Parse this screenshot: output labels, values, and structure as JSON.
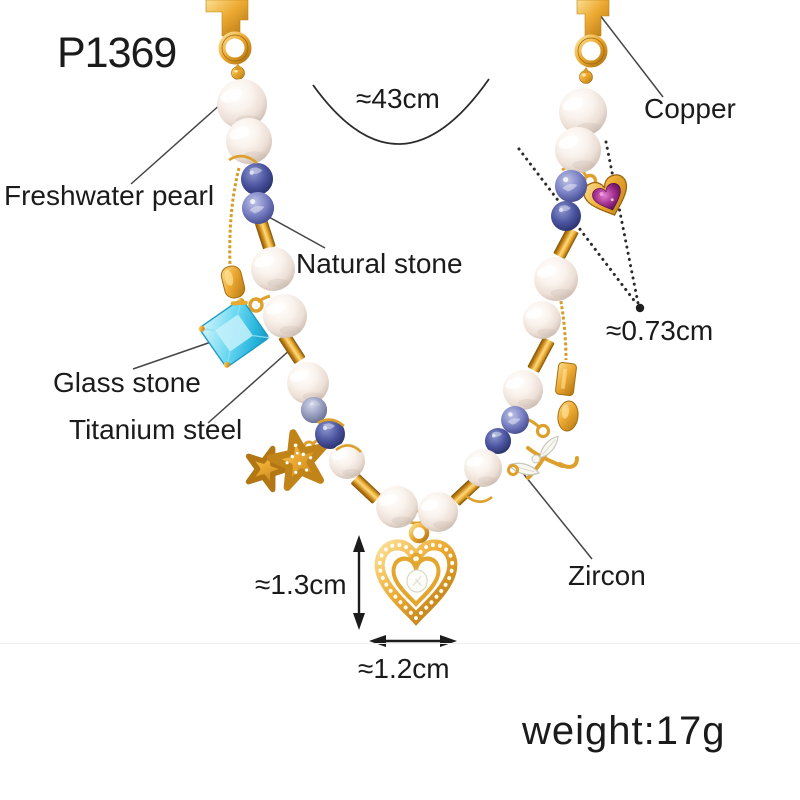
{
  "product": {
    "code": "P1369",
    "weight": "weight:17g"
  },
  "annotations": {
    "chain_length": "≈43cm",
    "stone_diameter": "≈0.73cm",
    "pendant_height": "≈1.3cm",
    "pendant_width": "≈1.2cm"
  },
  "materials": {
    "copper": "Copper",
    "freshwater_pearl": "Freshwater pearl",
    "natural_stone": "Natural stone",
    "glass_stone": "Glass stone",
    "titanium_steel": "Titanium steel",
    "zircon": "Zircon"
  },
  "colors": {
    "gold": "#E2A12F",
    "pearl": "#F3EAE3",
    "natural_stone_blue": "#4A549F",
    "glass_aqua": "#45C6EA",
    "gem_purple": "#A4318F",
    "text": "#1B1B1B"
  }
}
